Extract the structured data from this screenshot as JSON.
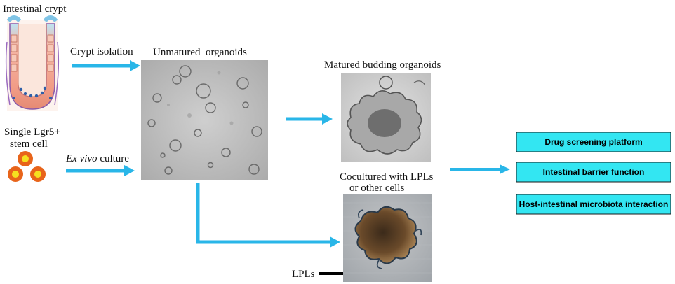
{
  "labels": {
    "intestinal_crypt": "Intestinal crypt",
    "crypt_isolation": "Crypt isolation",
    "unmatured_organoids": "Unmatured  organoids",
    "matured_budding": "Matured budding organoids",
    "single_lgr5_line1": "Single Lgr5+",
    "single_lgr5_line2": "stem cell",
    "ex_vivo_italic": "Ex vivo",
    "ex_vivo_rest": " culture",
    "cocultured_line1": "Cocultured with LPLs",
    "cocultured_line2": "or other cells",
    "lpls": "LPLs"
  },
  "outcomes": [
    "Drug screening platform",
    "Intestinal barrier function",
    "Host-intestinal microbiota interaction"
  ],
  "colors": {
    "arrow": "#29b6e8",
    "outcome_fill": "#33e6f2",
    "outcome_stroke": "#1a1a1a",
    "cell_outer": "#e8641a",
    "cell_inner": "#f5e020"
  }
}
